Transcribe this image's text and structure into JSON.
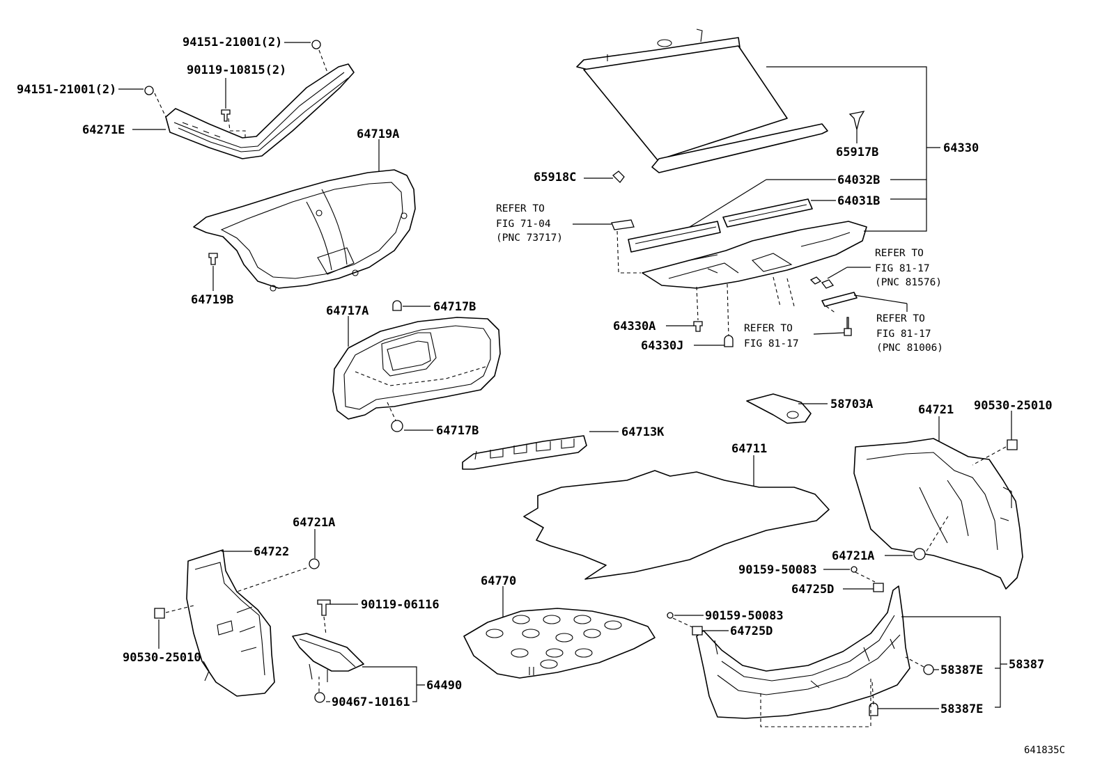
{
  "diagram_code": "641835C",
  "callouts": {
    "c94151_a": "94151-21001(2)",
    "c90119_10815": "90119-10815(2)",
    "c94151_b": "94151-21001(2)",
    "c64271E": "64271E",
    "c64719A": "64719A",
    "c64719B": "64719B",
    "c64717A": "64717A",
    "c64717B_top": "64717B",
    "c64717B_bot": "64717B",
    "c64713K": "64713K",
    "c64711": "64711",
    "c58703A": "58703A",
    "c64721": "64721",
    "c90530_right": "90530-25010",
    "c64721A_left": "64721A",
    "c64721A_right": "64721A",
    "c64722": "64722",
    "c90530_left": "90530-25010",
    "c90119_06116": "90119-06116",
    "c64490": "64490",
    "c90467_10161": "90467-10161",
    "c64770": "64770",
    "c90159_a": "90159-50083",
    "c90159_b": "90159-50083",
    "c64725D_a": "64725D",
    "c64725D_b": "64725D",
    "c58387": "58387",
    "c58387E_a": "58387E",
    "c58387E_b": "58387E",
    "c64330": "64330",
    "c65917B": "65917B",
    "c65918C": "65918C",
    "c64032B": "64032B",
    "c64031B": "64031B",
    "c64330A": "64330A",
    "c64330J": "64330J"
  },
  "refs": {
    "fig7104": {
      "line1": "REFER TO",
      "line2": "FIG 71-04",
      "line3": "(PNC 73717)"
    },
    "fig8117_81576": {
      "line1": "REFER TO",
      "line2": "FIG 81-17",
      "line3": "(PNC 81576)"
    },
    "fig8117_mid": {
      "line1": "REFER TO",
      "line2": "FIG 81-17"
    },
    "fig8117_81006": {
      "line1": "REFER TO",
      "line2": "FIG 81-17",
      "line3": "(PNC 81006)"
    }
  }
}
